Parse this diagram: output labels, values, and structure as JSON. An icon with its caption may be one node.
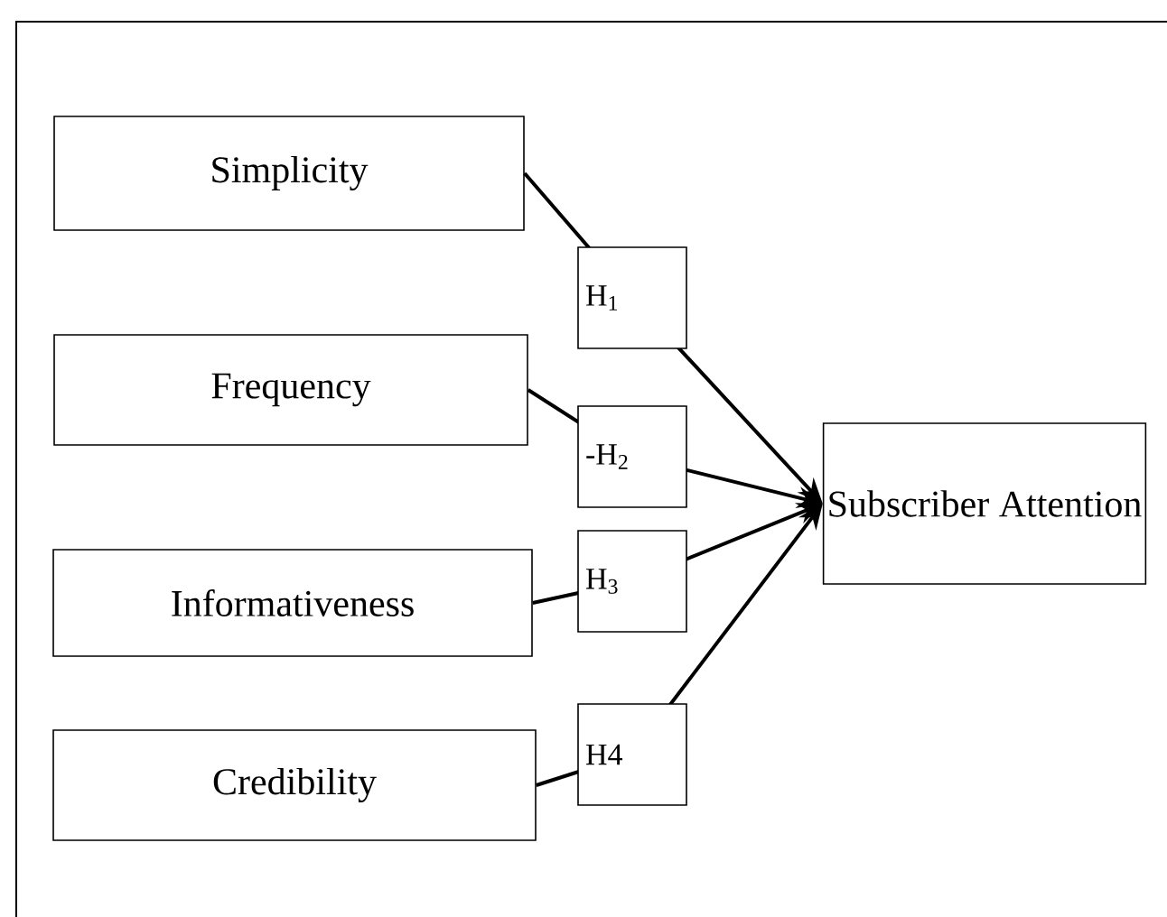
{
  "diagram": {
    "nodes": [
      {
        "text": [
          "Simplicity"
        ]
      },
      {
        "text": [
          "Frequency"
        ]
      },
      {
        "text": [
          "Informativeness"
        ]
      },
      {
        "text": [
          "Credibility"
        ]
      },
      {
        "text": [
          "Subscriber Attention"
        ]
      }
    ],
    "edges": [
      {
        "from": 0,
        "to": 4,
        "arrow": "to",
        "label": "H$_{1}$"
      },
      {
        "from": 1,
        "to": 4,
        "arrow": "to",
        "label": "-H$_{2}$"
      },
      {
        "from": 2,
        "to": 4,
        "arrow": "to",
        "label": "H$_{3}$"
      },
      {
        "from": 3,
        "to": 4,
        "arrow": "to",
        "label": "H4"
      }
    ]
  }
}
